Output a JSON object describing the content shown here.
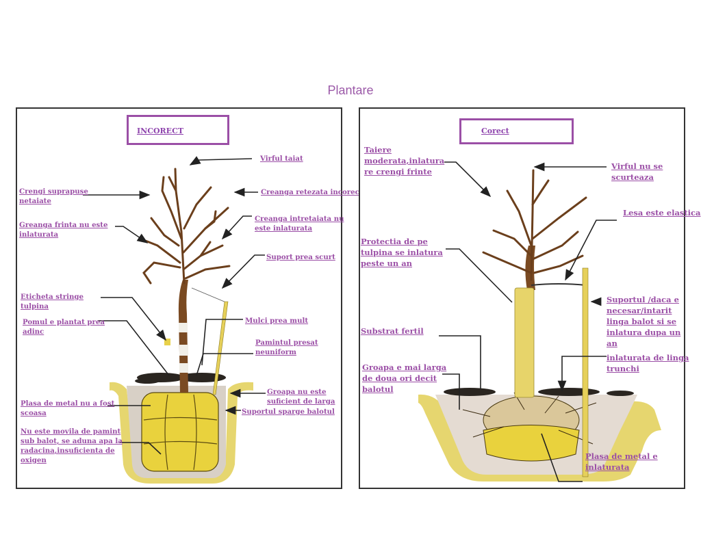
{
  "title": "Plantare",
  "colors": {
    "label": "#9b4fa6",
    "title": "#9b59a8",
    "trunk": "#7a4a22",
    "rootball": "#e6cf3a",
    "soil": "#d9cfc4",
    "mulch": "#2a2520"
  },
  "incorrect_panel": {
    "header": "INCORECT",
    "labels": {
      "varful_taiat": "Virful taiat",
      "crengi_suprapuse_1": "Crengi suprapuse",
      "crengi_suprapuse_2": "netaiate",
      "creanga_retezata": "Creanga retezata incorect",
      "creanga_frinta_1": "Greanga frinta nu este",
      "creanga_frinta_2": "inlaturata",
      "creanga_intretaiata_1": "Creanga intretaiata nu",
      "creanga_intretaiata_2": "este inlaturata",
      "suport_scurt": "Suport prea scurt",
      "eticheta_1": "Eticheta stringe",
      "eticheta_2": "tulpina",
      "plantat_adinc_1": "Pomul e plantat prea",
      "plantat_adinc_2": "adinc",
      "mulci": "Mulci prea mult",
      "pamintul_1": "Pamintul presat",
      "pamintul_2": "neuniform",
      "plasa_1": "Plasa de metal nu a fost",
      "plasa_2": "scoasa",
      "groapa_1": "Groapa nu este",
      "groapa_2": "suficient de larga",
      "suport_sparge": "Suportul sparge balotul",
      "movila_1": "Nu este movila de pamint",
      "movila_2": "sub balot, se aduna apa la",
      "movila_3": "radacina,insuficienta de",
      "movila_4": "oxigen"
    }
  },
  "correct_panel": {
    "header": "Corect",
    "labels": {
      "taiere_1": "Taiere",
      "taiere_2": "moderata,inlatura",
      "taiere_3": "re crengi frinte",
      "virful_1": "Virful nu se",
      "virful_2": "scurteaza",
      "lesa": "Lesa  este elastica",
      "protectia_1": "Protectia de pe",
      "protectia_2": "tulpina se inlatura",
      "protectia_3": "peste un an",
      "suportul_1": "Suportul /daca e",
      "suportul_2": "necesar/intarit",
      "suportul_3": "linga balot si se",
      "suportul_4": "inlatura dupa un",
      "suportul_5": "an",
      "substrat": "Substrat fertil",
      "inlaturata_1": "inlaturata de linga",
      "inlaturata_2": "trunchi",
      "groapa_1": "Groapa e mai larga",
      "groapa_2": "de doua ori decit",
      "groapa_3": "balotul",
      "plasa_1": "Plasa de metal e",
      "plasa_2": "inlaturata"
    }
  }
}
